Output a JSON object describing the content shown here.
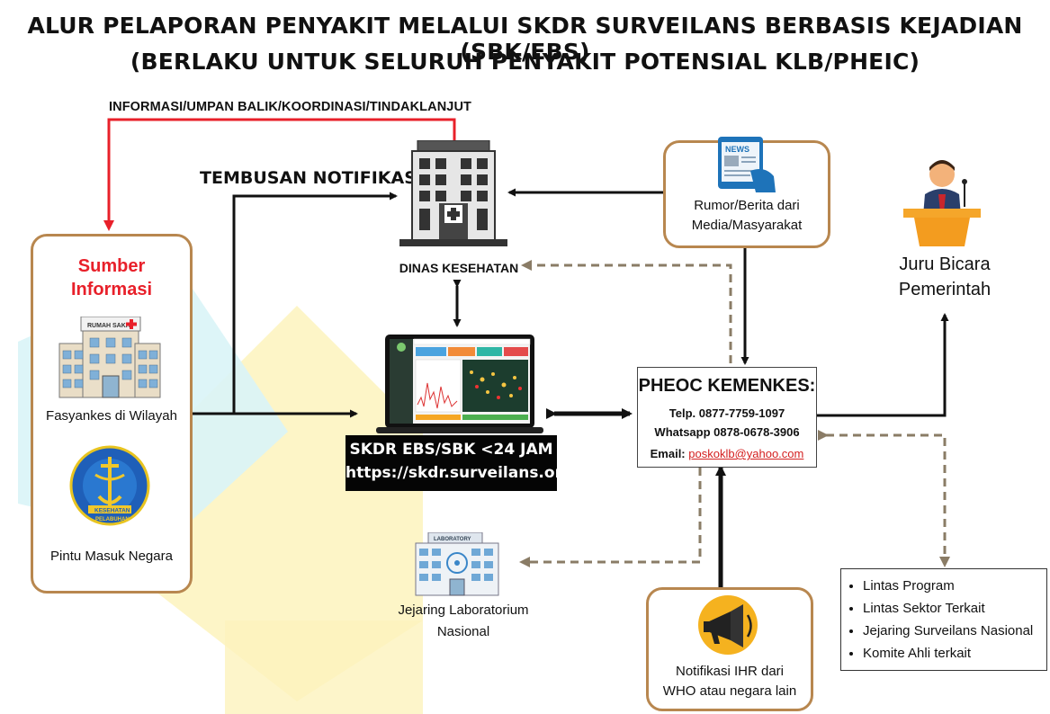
{
  "title": {
    "line1": "ALUR PELAPORAN PENYAKIT MELALUI SKDR SURVEILANS BERBASIS KEJADIAN (SBK/EBS)",
    "line2": "(BERLAKU UNTUK SELURUH PENYAKIT POTENSIAL KLB/PHEIC)"
  },
  "feedback_label": "INFORMASI/UMPAN BALIK/KOORDINASI/TINDAKLANJUT",
  "cc_label": "TEMBUSAN NOTIFIKASI",
  "source_box": {
    "title_line1": "Sumber",
    "title_line2": "Informasi",
    "hospital_sign": "RUMAH SAKIT",
    "facility_label": "Fasyankes di Wilayah",
    "port_label": "Pintu Masuk Negara",
    "emblem_text_top": "KESEHATAN",
    "emblem_text_bottom": "PELABUHAN"
  },
  "dinkes_label": "DINAS KESEHATAN",
  "skdr": {
    "line1": "SKDR EBS/SBK <24 JAM",
    "line2": "https://skdr.surveilans.org"
  },
  "media_box": {
    "news_icon_text": "NEWS",
    "line1": "Rumor/Berita dari",
    "line2": "Media/Masyarakat"
  },
  "spokesperson": {
    "line1": "Juru Bicara",
    "line2": "Pemerintah"
  },
  "pheoc": {
    "title": "PHEOC KEMENKES:",
    "phone": "Telp. 0877-7759-1097",
    "whatsapp": "Whatsapp 0878-0678-3906",
    "email_label": "Email: ",
    "email": "poskoklb@yahoo.com"
  },
  "lab": {
    "sign": "LABORATORY",
    "line1": "Jejaring Laboratorium",
    "line2": "Nasional"
  },
  "ihr": {
    "line1": "Notifikasi IHR dari",
    "line2": "WHO atau negara lain"
  },
  "partners": [
    "Lintas Program",
    "Lintas Sektor Terkait",
    "Jejaring Surveilans Nasional",
    "Komite Ahli terkait"
  ],
  "colors": {
    "feedback_line": "#e8202a",
    "box_border": "#b8874f",
    "dashed_arrow": "#8a7c66",
    "source_title": "#e8202a",
    "email_link": "#d42020",
    "watermark_yellow": "#fdf3bd",
    "watermark_cyan": "#d9f4f7"
  }
}
